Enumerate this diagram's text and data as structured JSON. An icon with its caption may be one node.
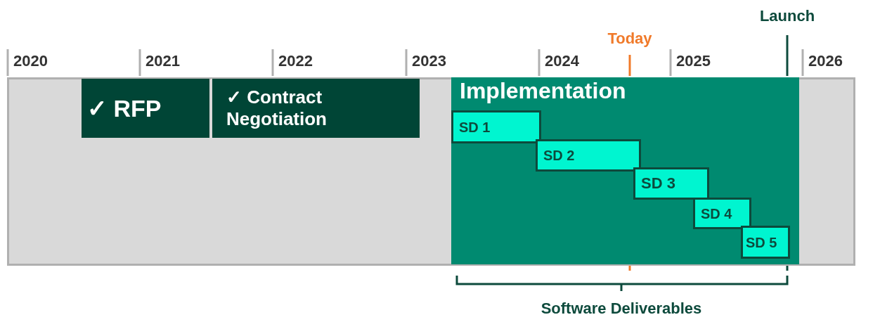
{
  "diagram": {
    "nodes": [
      {
        "text": [],
        "shape": "bar"
      },
      {
        "text": [
          "✓ RFP"
        ],
        "in": 0
      },
      {
        "text": [
          "✓ Contract Negotiation"
        ],
        "in": 0
      },
      {
        "text": [
          "Implementation"
        ],
        "in": 0
      },
      {
        "text": [
          "SD 1"
        ],
        "in": 3
      },
      {
        "text": [
          "SD 2"
        ],
        "in": 3
      },
      {
        "text": [
          "SD 3"
        ],
        "in": 3
      },
      {
        "text": [
          "SD 4"
        ],
        "in": 3
      },
      {
        "text": [
          "SD 5"
        ],
        "in": 3
      }
    ],
    "edges": [],
    "labels": [
      "2020",
      "2021",
      "2022",
      "2023",
      "2024",
      "2025",
      "2026",
      "Today",
      "Launch",
      "Software Deliverables"
    ]
  }
}
